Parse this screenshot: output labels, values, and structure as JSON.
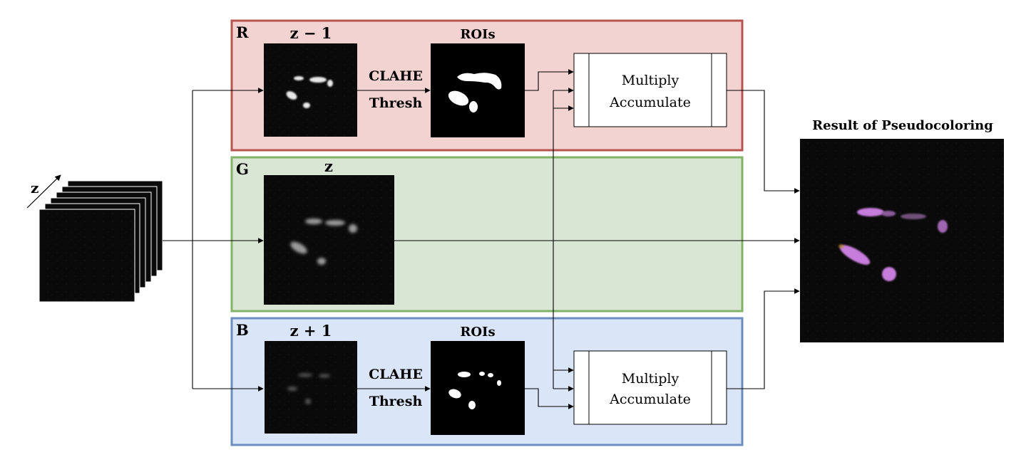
{
  "input_stack": {
    "axis_label": "z"
  },
  "channels": {
    "r": {
      "letter": "R",
      "input_title": "z − 1",
      "op_line1": "CLAHE",
      "op_line2": "Thresh",
      "roi_title": "ROIs",
      "box_line1": "Multiply",
      "box_line2": "Accumulate",
      "fill_color": "#f2d3d1",
      "border_color": "#b85450"
    },
    "g": {
      "letter": "G",
      "input_title": "z",
      "fill_color": "#d8e6d3",
      "border_color": "#82b366"
    },
    "b": {
      "letter": "B",
      "input_title": "z + 1",
      "op_line1": "CLAHE",
      "op_line2": "Thresh",
      "roi_title": "ROIs",
      "box_line1": "Multiply",
      "box_line2": "Accumulate",
      "fill_color": "#dae6f8",
      "border_color": "#6c8ebf"
    }
  },
  "result": {
    "title": "Result of Pseudocoloring",
    "blob_color": "#c77ddc"
  }
}
